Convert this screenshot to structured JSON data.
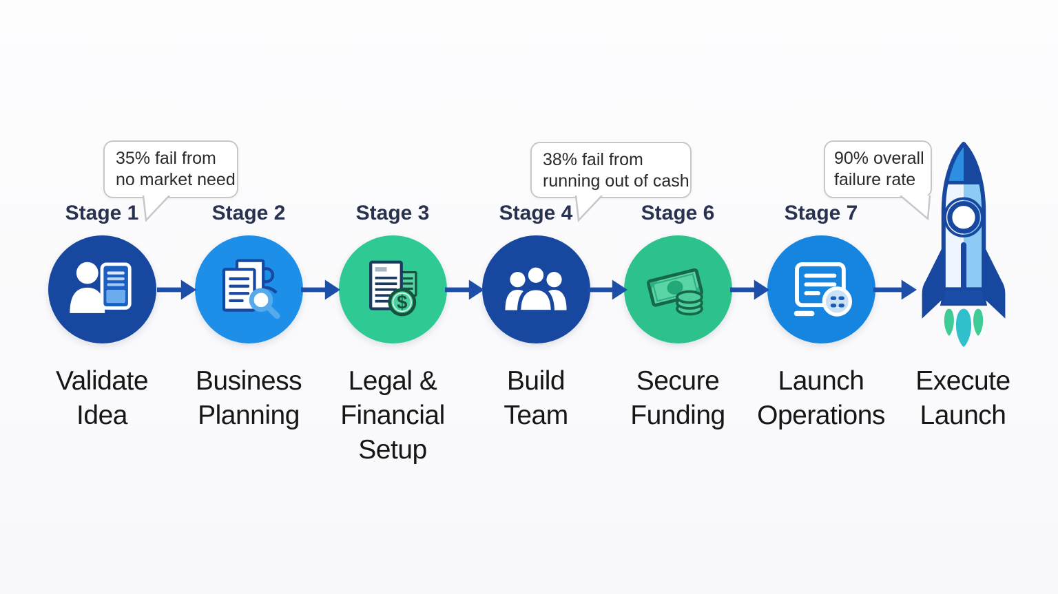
{
  "figure": {
    "type": "process-flow-diagram",
    "background": "#fcfcfd"
  },
  "palette": {
    "navy": "#17479e",
    "bright_blue": "#1e8fe8",
    "mid_blue": "#1585df",
    "green": "#2fc993",
    "green_alt": "#2dc28c",
    "arrow": "#1d4fa8",
    "title_text": "#28324f",
    "label_text": "#161616",
    "callout_border": "#c5c8ca",
    "callout_text": "#2a2a2a",
    "flame_center": "#2fc0cb",
    "flame_side": "#3ecb96"
  },
  "stages": [
    {
      "title": "Stage 1",
      "label": "Validate\nIdea",
      "circle_color": "#17479e",
      "icon": "person-profile-icon"
    },
    {
      "title": "Stage 2",
      "label": "Business\nPlanning",
      "circle_color": "#1e8fe8",
      "icon": "documents-magnifier-icon"
    },
    {
      "title": "Stage 3",
      "label": "Legal &\nFinancial\nSetup",
      "circle_color": "#2fc993",
      "icon": "document-dollar-icon"
    },
    {
      "title": "Stage 4",
      "label": "Build\nTeam",
      "circle_color": "#17479e",
      "icon": "team-icon"
    },
    {
      "title": "Stage 6",
      "label": "Secure\nFunding",
      "circle_color": "#2dc28c",
      "icon": "cash-coins-icon"
    },
    {
      "title": "Stage 7",
      "label": "Launch\nOperations",
      "circle_color": "#1585df",
      "icon": "dashboard-icon"
    }
  ],
  "final_stage": {
    "label": "Execute\nLaunch",
    "icon": "rocket-icon"
  },
  "callouts": [
    {
      "text": "35% fail from\nno market need",
      "points_to": "Stage 1"
    },
    {
      "text": "38% fail from\nrunning out of cash",
      "points_to": "Stage 4"
    },
    {
      "text": "90% overall\nfailure rate",
      "points_to": "Execute Launch"
    }
  ]
}
